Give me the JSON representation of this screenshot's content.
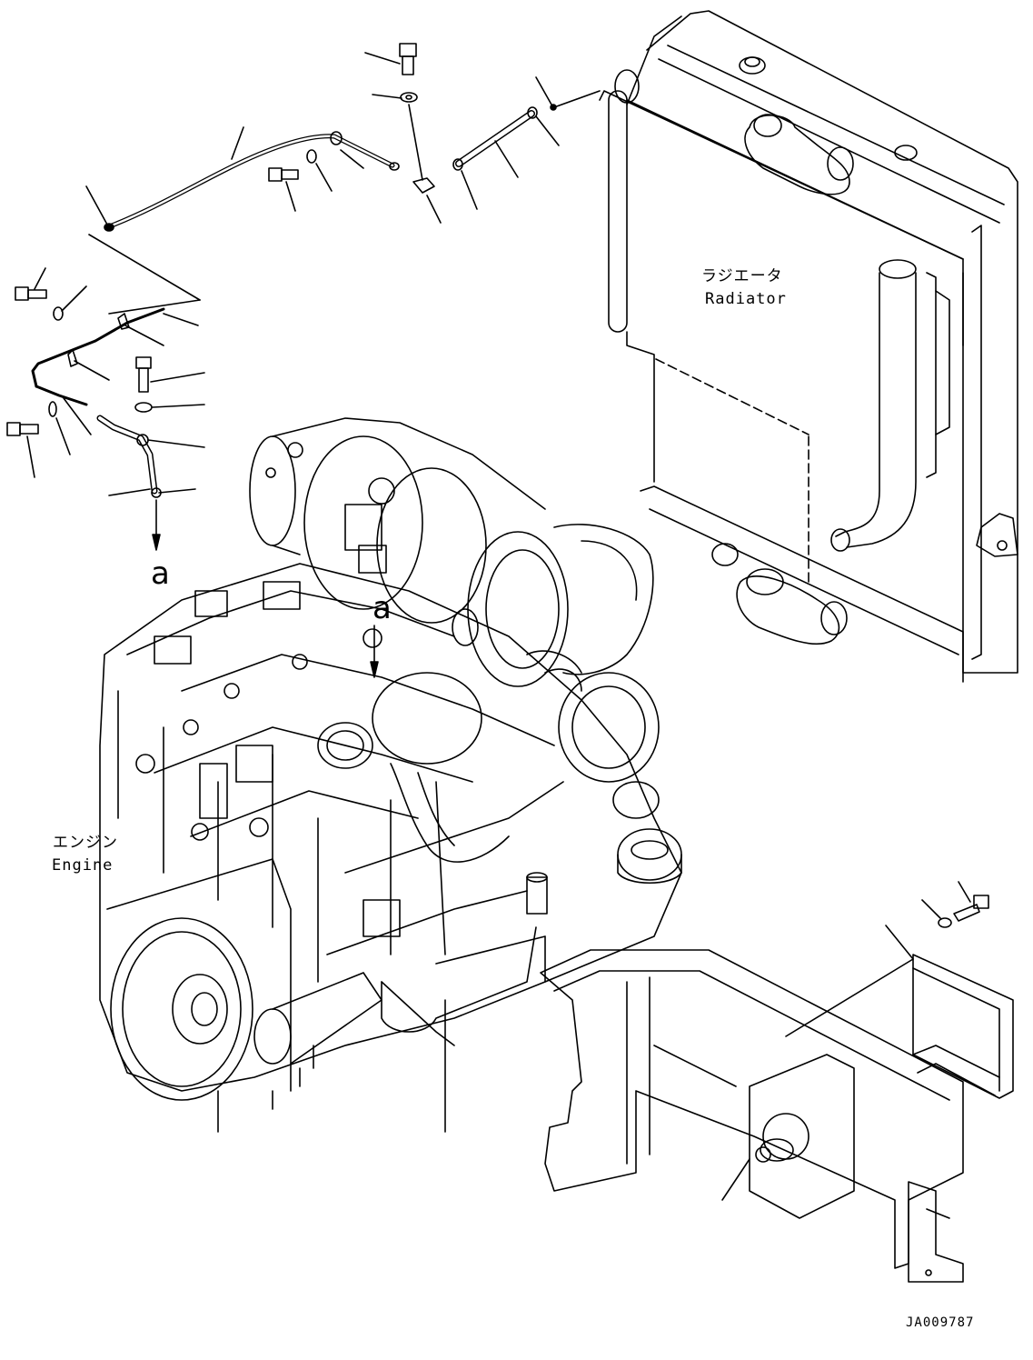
{
  "labels": {
    "radiator_jp": "ラジエータ",
    "radiator_en": "Radiator",
    "engine_jp": "エンジン",
    "engine_en": "Engine",
    "ref_a_left": "a",
    "ref_a_center": "a",
    "figure_id": "JA009787"
  },
  "colors": {
    "line": "#000000",
    "background": "#ffffff"
  },
  "icons": {
    "bolt": "bolt-icon",
    "washer": "washer-icon",
    "clamp": "clamp-icon",
    "arrow": "arrow-down-icon"
  }
}
